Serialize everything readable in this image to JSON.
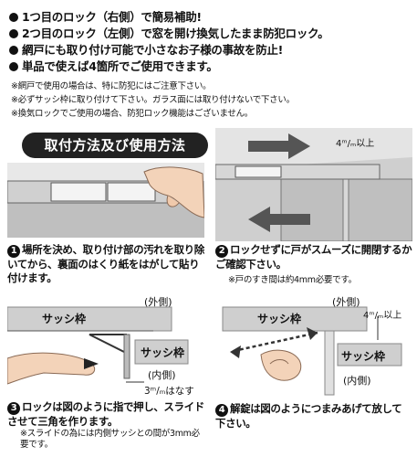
{
  "bullets": [
    "1つ目のロック（右側）で簡易補助!",
    "2つ目のロック（左側）で窓を開け換気したまま防犯ロック。",
    "網戸にも取り付け可能で小さなお子様の事故を防止!",
    "単品で使えば4箇所でご使用できます。"
  ],
  "notes": [
    "※網戸で使用の場合は、特に防犯にはご注意下さい。",
    "※必ずサッシ枠に取り付けて下さい。ガラス面には取り付けないで下さい。",
    "※換気ロックでご使用の場合、防犯ロック機能はございません。"
  ],
  "section_title": "取付方法及び使用方法",
  "diagram_labels": {
    "gap_top": "4ᵐ/ₘ以上",
    "outside": "(外側)",
    "inside": "(内側)",
    "sash_frame": "サッシ枠",
    "slide_gap": "3ᵐ/ₘはなす",
    "gap_top2": "4ᵐ/ₘ以上"
  },
  "steps": [
    {
      "num": "1",
      "text": "場所を決め、取り付け部の汚れを取り除いてから、裏面のはくり紙をはがして貼り付けます。",
      "note": ""
    },
    {
      "num": "2",
      "text": "ロックせずに戸がスムーズに開閉するかご確認下さい。",
      "note": "※戸のすき間は約4mm必要です。"
    },
    {
      "num": "3",
      "text": "ロックは図のように指で押し、スライドさせて三角を作ります。",
      "note": "※スライドの為には内側サッシとの間が3mm必要です。"
    },
    {
      "num": "4",
      "text": "解錠は図のようにつまみあげて放して下さい。",
      "note": ""
    }
  ]
}
